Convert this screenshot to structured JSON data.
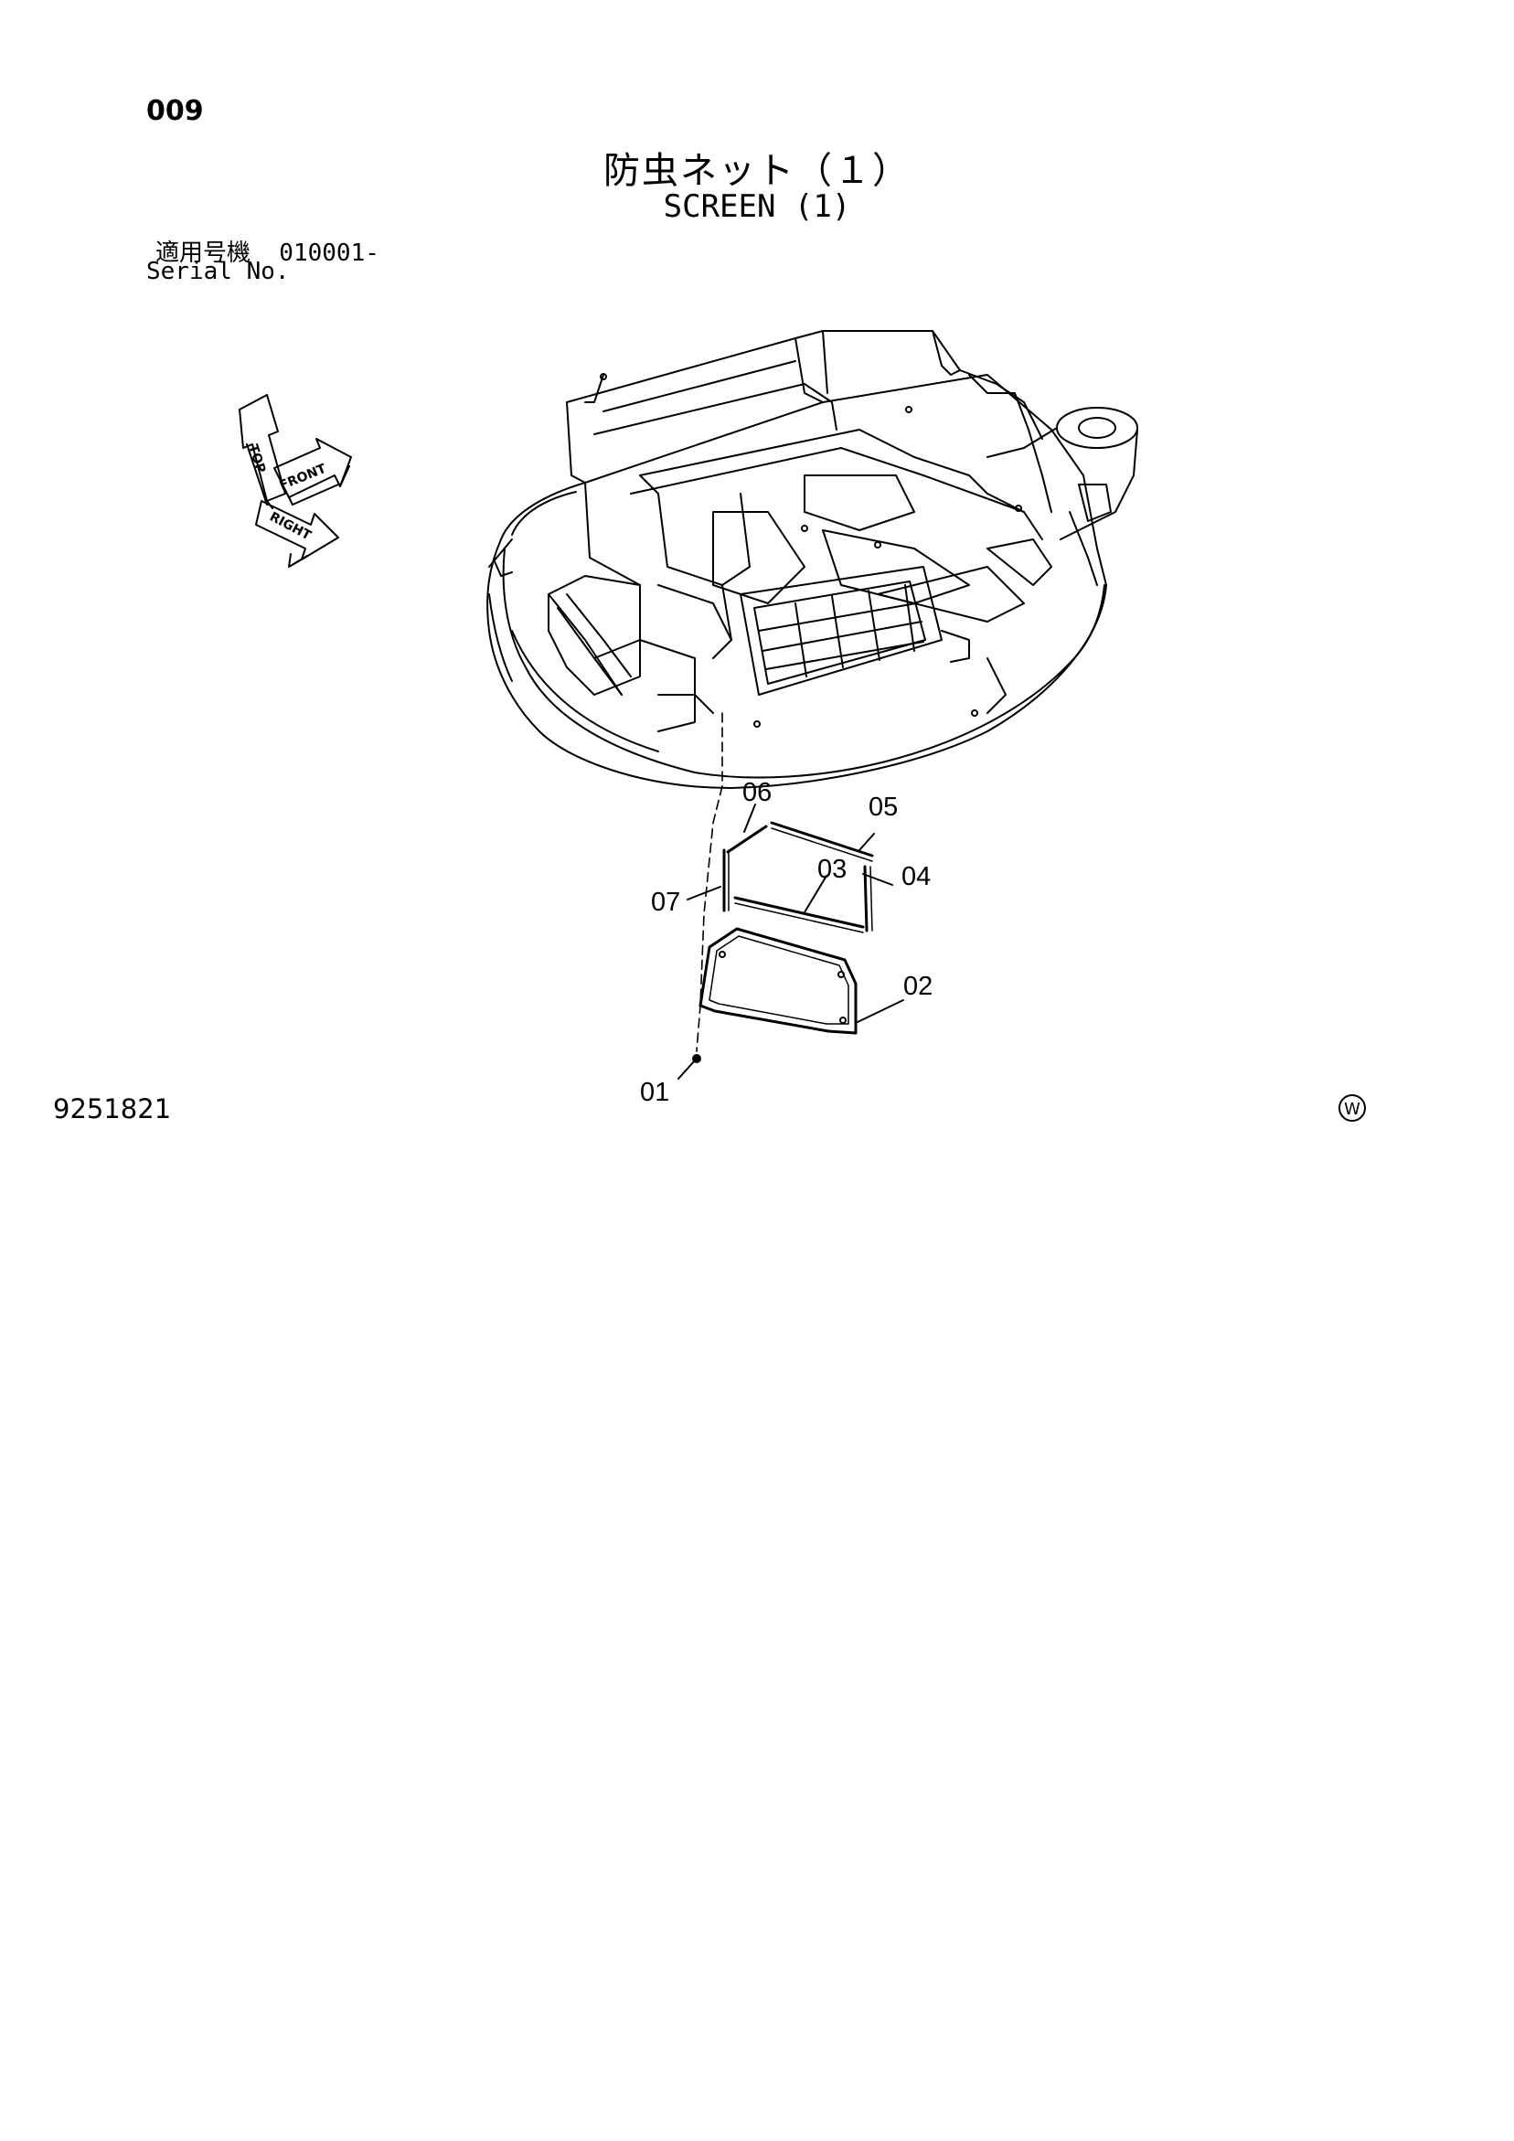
{
  "header": {
    "page_number": "009",
    "title_jp": "防虫ネット（１）",
    "title_en": "SCREEN (1)",
    "serial_label_jp": "適用号機  010001-",
    "serial_label_en": "Serial No."
  },
  "orientation_arrows": {
    "labels": [
      "TOP",
      "FRONT",
      "RIGHT"
    ]
  },
  "callouts": [
    {
      "id": "01",
      "label": "01"
    },
    {
      "id": "02",
      "label": "02"
    },
    {
      "id": "03",
      "label": "03"
    },
    {
      "id": "04",
      "label": "04"
    },
    {
      "id": "05",
      "label": "05"
    },
    {
      "id": "06",
      "label": "06"
    },
    {
      "id": "07",
      "label": "07"
    }
  ],
  "footer": {
    "drawing_number": "9251821",
    "mark": "W"
  }
}
